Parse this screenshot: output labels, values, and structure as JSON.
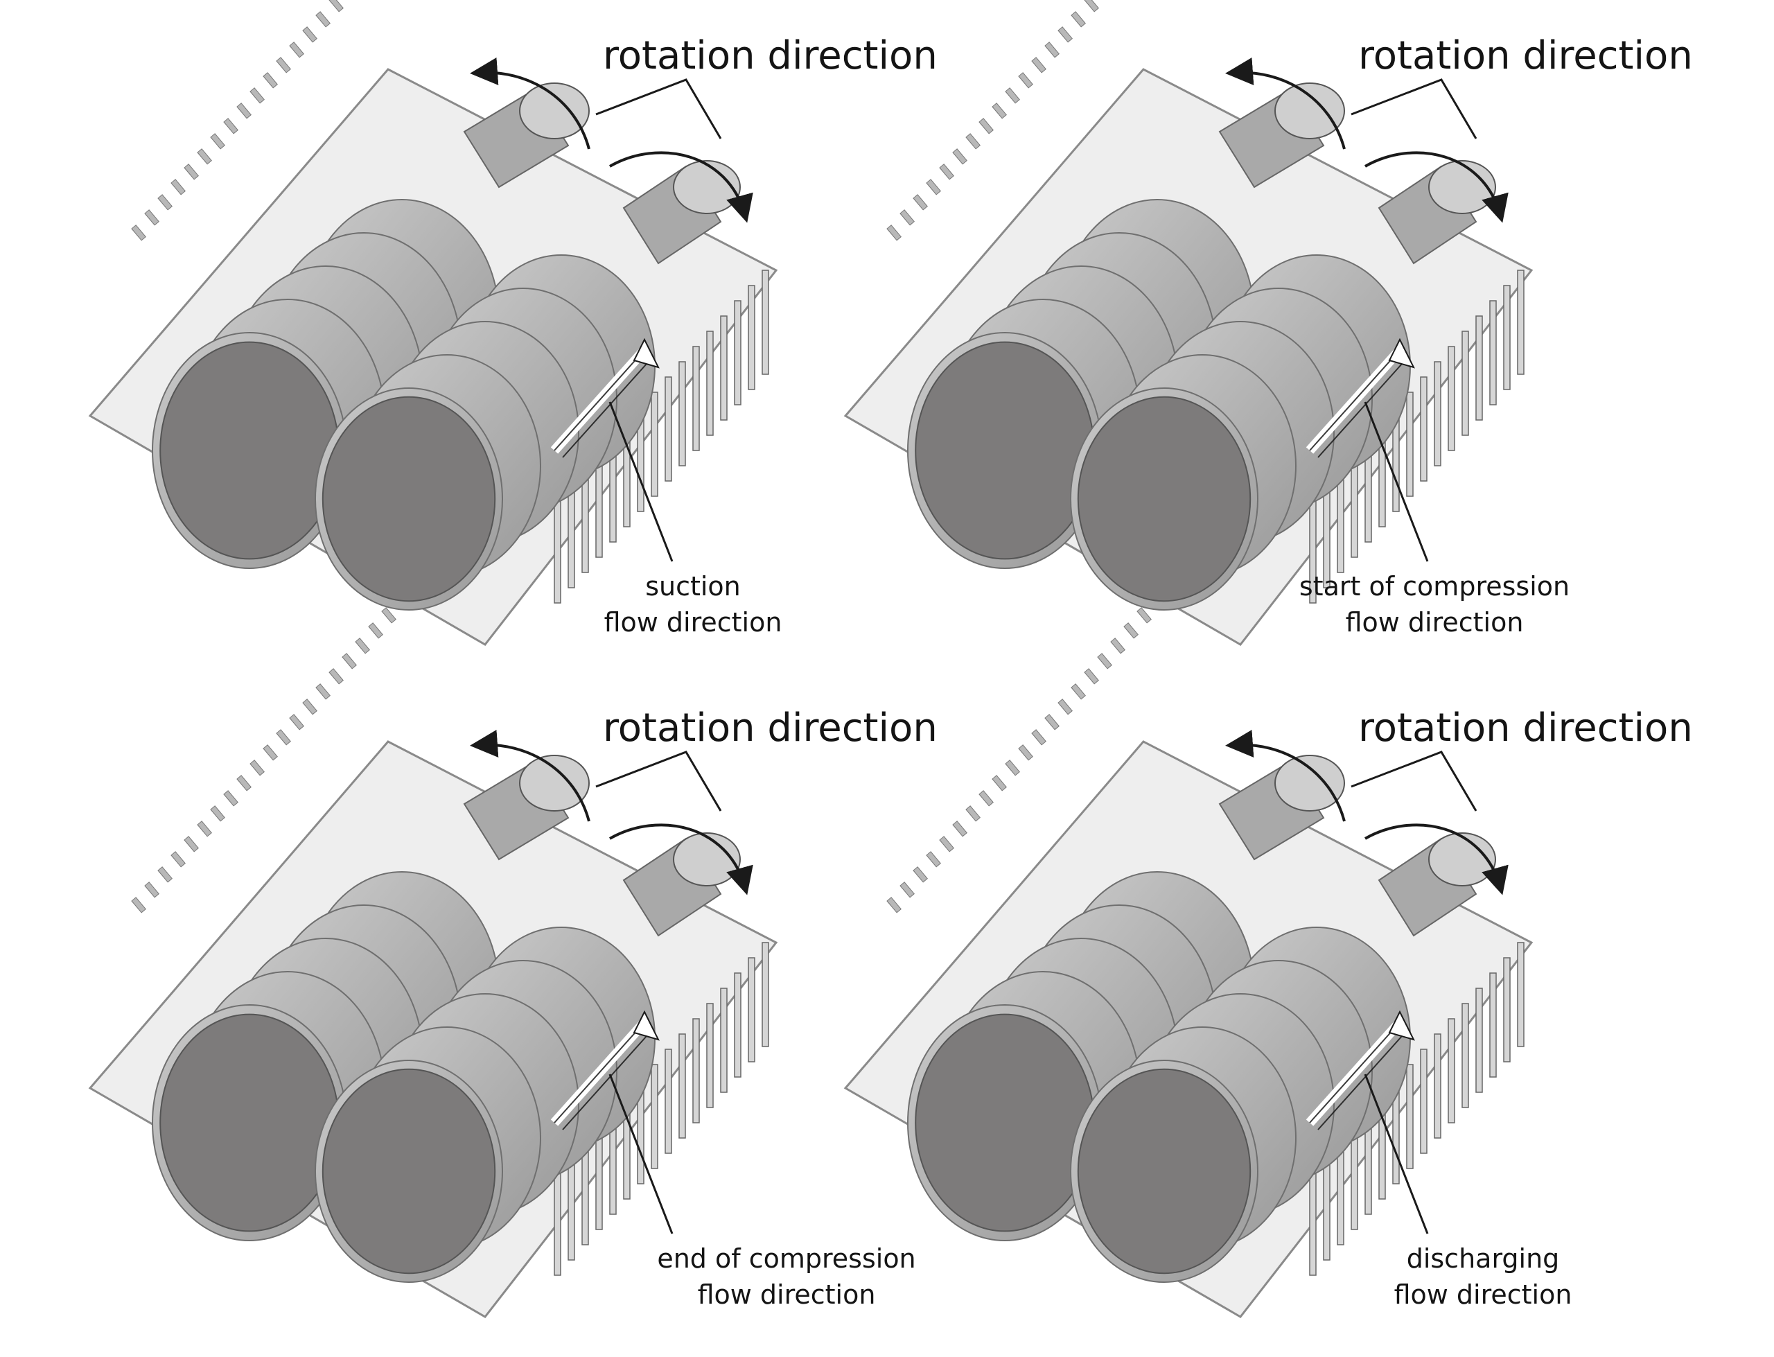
{
  "figure": {
    "panels": [
      {
        "stage": "suction",
        "rotation_label": "rotation direction",
        "flow_label_line1": "suction",
        "flow_label_line2": "flow direction"
      },
      {
        "stage": "start-of-compression",
        "rotation_label": "rotation direction",
        "flow_label_line1": "start of compression",
        "flow_label_line2": "flow direction"
      },
      {
        "stage": "end-of-compression",
        "rotation_label": "rotation direction",
        "flow_label_line1": "end of compression",
        "flow_label_line2": "flow direction"
      },
      {
        "stage": "discharging",
        "rotation_label": "rotation direction",
        "flow_label_line1": "discharging",
        "flow_label_line2": "flow direction"
      }
    ]
  },
  "colors": {
    "background": "#ffffff",
    "rotor_body": "#9a9a9a",
    "rotor_face": "#7d7b7b",
    "rotor_highlight": "#c9c9c9",
    "housing": "#b8b8b8",
    "line": "#1a1a1a"
  },
  "icons": [
    "rotation-arrow-icon",
    "flow-arrow-icon"
  ]
}
